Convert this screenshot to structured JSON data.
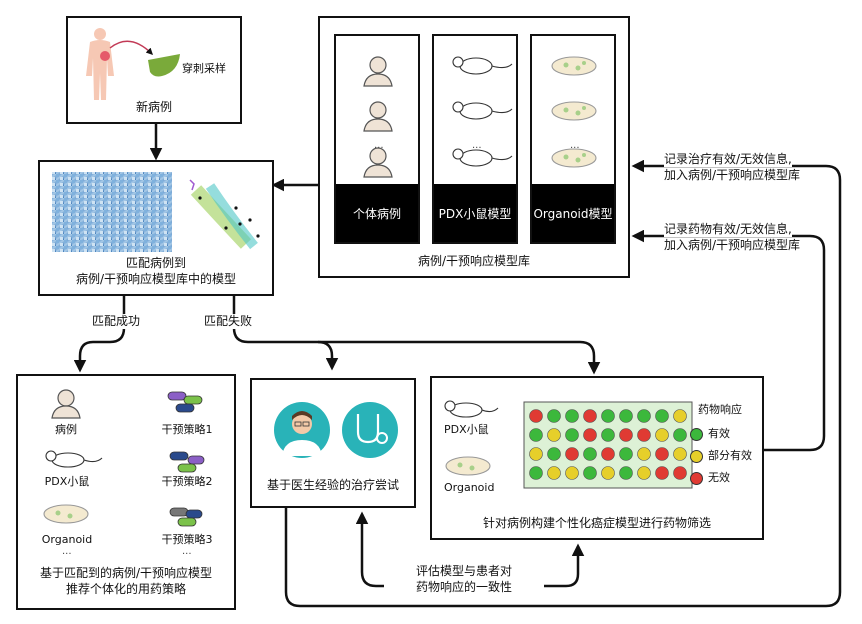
{
  "new_case": {
    "title": "新病例",
    "biopsy": "穿刺采样"
  },
  "library": {
    "title": "病例/干预响应模型库",
    "columns": [
      {
        "label": "个体病例",
        "icon": "person-icon"
      },
      {
        "label": "PDX小鼠模型",
        "icon": "mouse-icon"
      },
      {
        "label": "Organoid模型",
        "icon": "petri-dish-icon"
      }
    ],
    "ellipsis": "..."
  },
  "match": {
    "title_line1": "匹配病例到",
    "title_line2": "病例/干预响应模型库中的模型"
  },
  "branches": {
    "success": "匹配成功",
    "fail": "匹配失败"
  },
  "recommend": {
    "rows": [
      {
        "label": "病例",
        "strategy": "干预策略1",
        "icon": "person-icon"
      },
      {
        "label": "PDX小鼠",
        "strategy": "干预策略2",
        "icon": "mouse-icon"
      },
      {
        "label": "Organoid",
        "strategy": "干预策略3",
        "icon": "petri-dish-icon"
      }
    ],
    "ellipsis": "...",
    "footer_line1": "基于匹配到的病例/干预响应模型",
    "footer_line2": "推荐个体化的用药策略"
  },
  "doctor": {
    "title": "基于医生经验的治疗尝试"
  },
  "screening": {
    "title": "针对病例构建个性化癌症模型进行药物筛选",
    "pdx_label": "PDX小鼠",
    "organoid_label": "Organoid",
    "legend_title": "药物响应",
    "legend": [
      {
        "label": "有效",
        "color": "#3cb83c"
      },
      {
        "label": "部分有效",
        "color": "#e6cf2a"
      },
      {
        "label": "无效",
        "color": "#e03a33"
      }
    ],
    "grid": [
      [
        "r",
        "g",
        "g",
        "r",
        "g",
        "g",
        "g",
        "g",
        "y"
      ],
      [
        "g",
        "y",
        "g",
        "r",
        "g",
        "r",
        "r",
        "y",
        "g"
      ],
      [
        "y",
        "g",
        "r",
        "g",
        "r",
        "g",
        "y",
        "r",
        "y"
      ],
      [
        "g",
        "y",
        "y",
        "g",
        "y",
        "g",
        "y",
        "r",
        "r"
      ]
    ]
  },
  "feedback": {
    "top_line1": "记录治疗有效/无效信息,",
    "top_line2": "加入病例/干预响应模型库",
    "bottom_line1": "记录药物有效/无效信息,",
    "bottom_line2": "加入病例/干预响应模型库"
  },
  "evaluate": {
    "line1": "评估模型与患者对",
    "line2": "药物响应的一致性"
  }
}
